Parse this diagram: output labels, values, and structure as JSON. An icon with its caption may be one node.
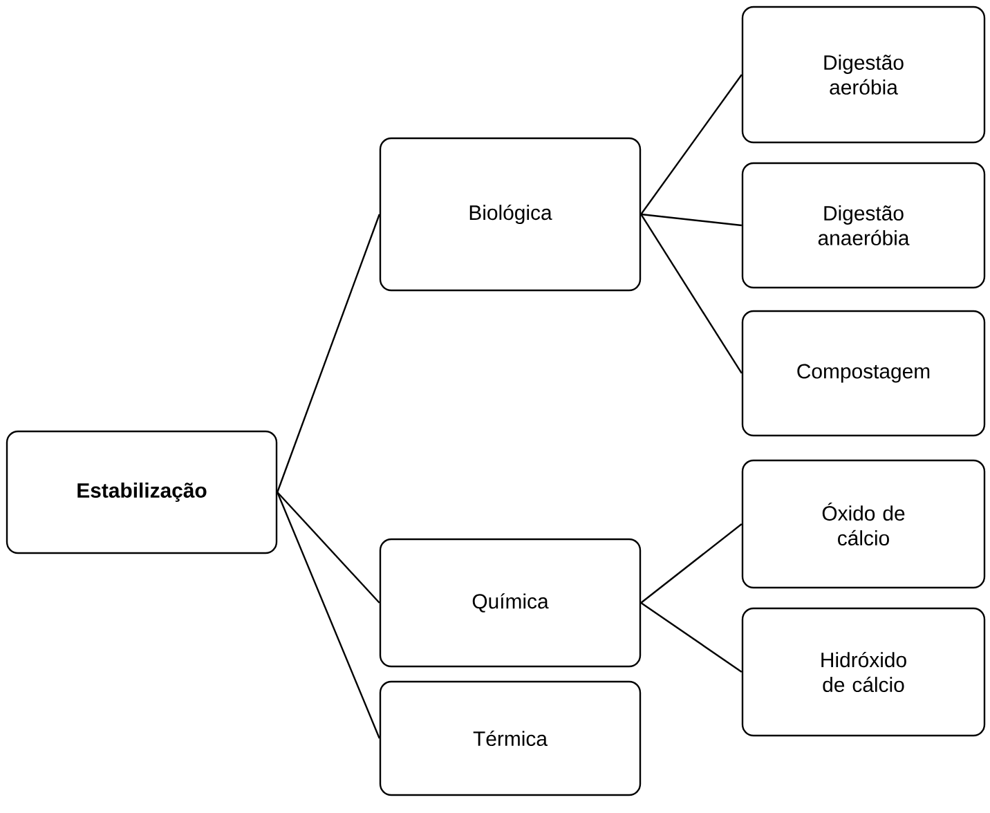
{
  "diagram": {
    "nodes": [
      {
        "text": [
          "**Estabilização**"
        ]
      },
      {
        "text": [
          "Biológica"
        ]
      },
      {
        "text": [
          "Química"
        ]
      },
      {
        "text": [
          "Térmica"
        ]
      },
      {
        "text": [
          "Digestão aeróbia"
        ]
      },
      {
        "text": [
          "Digestão anaeróbia"
        ]
      },
      {
        "text": [
          "Compostagem"
        ]
      },
      {
        "text": [
          "Óxido de cálcio"
        ]
      },
      {
        "text": [
          "Hidróxido de cálcio"
        ]
      }
    ],
    "edges": [
      {
        "from": 0,
        "to": 1,
        "arrow": "none"
      },
      {
        "from": 0,
        "to": 2,
        "arrow": "none"
      },
      {
        "from": 0,
        "to": 3,
        "arrow": "none"
      },
      {
        "from": 1,
        "to": 4,
        "arrow": "none"
      },
      {
        "from": 1,
        "to": 5,
        "arrow": "none"
      },
      {
        "from": 1,
        "to": 6,
        "arrow": "none"
      },
      {
        "from": 2,
        "to": 7,
        "arrow": "none"
      },
      {
        "from": 2,
        "to": 8,
        "arrow": "none"
      }
    ]
  }
}
